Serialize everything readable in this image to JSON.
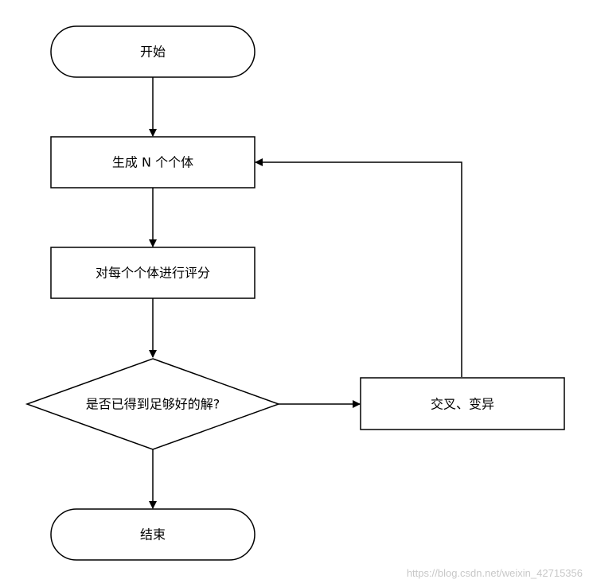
{
  "flowchart": {
    "nodes": {
      "start": {
        "label": "开始",
        "shape": "terminator"
      },
      "generate": {
        "label": "生成 N 个个体",
        "shape": "process"
      },
      "score": {
        "label": "对每个个体进行评分",
        "shape": "process"
      },
      "decision": {
        "label": "是否已得到足够好的解?",
        "shape": "decision"
      },
      "crossover": {
        "label": "交叉、变异",
        "shape": "process"
      },
      "end": {
        "label": "结束",
        "shape": "terminator"
      }
    },
    "edges": [
      {
        "from": "start",
        "to": "generate"
      },
      {
        "from": "generate",
        "to": "score"
      },
      {
        "from": "score",
        "to": "decision"
      },
      {
        "from": "decision",
        "to": "end"
      },
      {
        "from": "decision",
        "to": "crossover"
      },
      {
        "from": "crossover",
        "to": "generate"
      }
    ]
  },
  "watermark": "https://blog.csdn.net/weixin_42715356"
}
